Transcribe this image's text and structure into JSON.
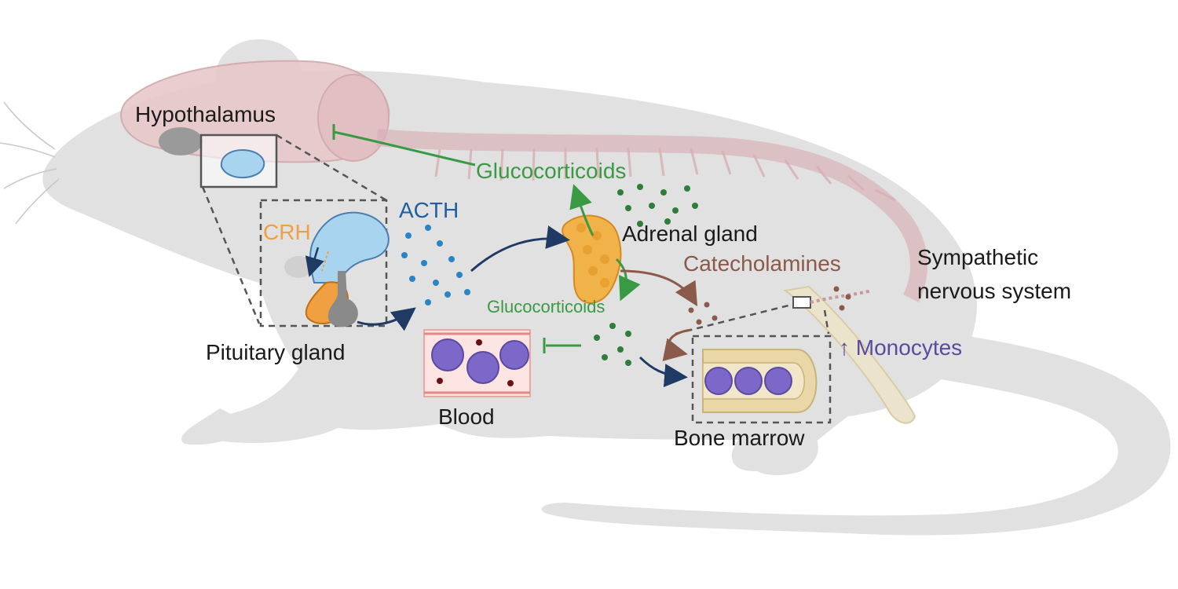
{
  "labels": {
    "hypothalamus": "Hypothalamus",
    "glucocorticoids_top": "Glucocorticoids",
    "crh": "CRH",
    "acth": "ACTH",
    "adrenal_gland": "Adrenal gland",
    "catecholamines": "Catecholamines",
    "sympathetic_line1": "Sympathetic",
    "sympathetic_line2": "nervous system",
    "glucocorticoids_mid": "Glucocorticoids",
    "pituitary_gland": "Pituitary gland",
    "monocytes": "↑ Monocytes",
    "blood": "Blood",
    "bone_marrow": "Bone marrow"
  },
  "colors": {
    "mouse_body": "#d9d9d9",
    "brain_spine": "#d9b8bb",
    "hypothalamus_cell": "#a9d4f0",
    "crh_orange": "#f0a040",
    "glucocorticoid_green": "#3a9a44",
    "acth_blue": "#1e5fa0",
    "catecholamine_brown": "#8a5a4a",
    "monocyte_purple": "#5a4aa0",
    "cell_purple": "#7b68c8",
    "blood_vessel": "#f4c9c6",
    "bone_tan": "#e9d7a8",
    "text_dark": "#1a1a1a"
  }
}
